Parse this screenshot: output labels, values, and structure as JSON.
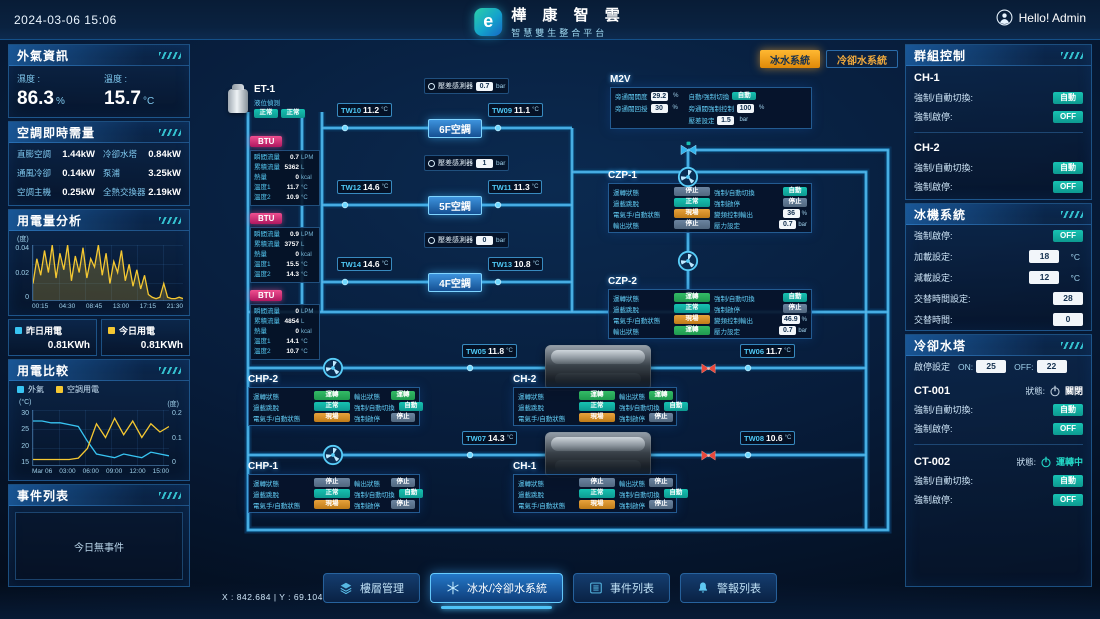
{
  "colors": {
    "accent_cyan": "#3fc1f0",
    "pipe": "#2b9fdc",
    "chip_teal": "#0fb3a4",
    "chip_green": "#2fae5a",
    "chip_gray": "#5b7a99",
    "chip_amber": "#d78a2a",
    "btu_magenta": "#d6347e",
    "line_yellow": "#f5c832",
    "line_cyan": "#38c4f2",
    "toggle_orange": "#f0a21c",
    "bg": "#071c3a"
  },
  "header": {
    "timestamp": "2024-03-06 15:06",
    "logo_letter": "e",
    "brand": "樺 康 智 雲",
    "brand_sub": "智慧雙生整合平台",
    "user": "Hello! Admin"
  },
  "left": {
    "outdoor": {
      "title": "外氣資訊",
      "items": [
        {
          "label": "濕度 :",
          "value": "86.3",
          "unit": "%"
        },
        {
          "label": "溫度 :",
          "value": "15.7",
          "unit": "°C"
        }
      ]
    },
    "demand": {
      "title": "空調即時需量",
      "rows": [
        {
          "label": "直膨空調",
          "value": "1.44kW"
        },
        {
          "label": "冷卻水塔",
          "value": "0.84kW"
        },
        {
          "label": "通風冷卻",
          "value": "0.14kW"
        },
        {
          "label": "泵浦",
          "value": "3.25kW"
        },
        {
          "label": "空調主機",
          "value": "0.25kW"
        },
        {
          "label": "全熱交換器",
          "value": "2.19kW"
        }
      ]
    },
    "analysis": {
      "title": "用電量分析",
      "y_unit": "(度)",
      "y_ticks": [
        "0.04",
        "0.02",
        "0"
      ],
      "x_ticks": [
        "00:15",
        "04:30",
        "08:45",
        "13:00",
        "17:15",
        "21:30"
      ]
    },
    "yesterday": {
      "label": "昨日用電",
      "value": "0.81KWh"
    },
    "today": {
      "label": "今日用電",
      "value": "0.81KWh"
    },
    "compare": {
      "title": "用電比較",
      "legend": [
        "外氣",
        "空調用電"
      ],
      "left_unit": "(°C)",
      "right_unit": "(度)",
      "left_ticks": [
        "30",
        "25",
        "20",
        "15"
      ],
      "right_ticks": [
        "0.2",
        "0.1",
        "0"
      ],
      "x_ticks": [
        "Mar 06",
        "03:00",
        "06:00",
        "09:00",
        "12:00",
        "15:00"
      ]
    },
    "events": {
      "title": "事件列表",
      "empty": "今日無事件"
    }
  },
  "chart_data": [
    {
      "type": "area",
      "title": "用電量分析",
      "ylabel": "度",
      "ylim": [
        0,
        0.04
      ],
      "x_ticks": [
        "00:15",
        "04:30",
        "08:45",
        "13:00",
        "17:15",
        "21:30"
      ],
      "values": [
        0.012,
        0.03,
        0.018,
        0.036,
        0.02,
        0.04,
        0.016,
        0.034,
        0.022,
        0.04,
        0.014,
        0.032,
        0.02,
        0.038,
        0.016,
        0.03,
        0.024,
        0.04,
        0.018,
        0.034,
        0.012,
        0.028,
        0.02,
        0.036,
        0.014,
        0.026,
        0.01,
        0.022,
        0.008,
        0.018,
        0.004,
        0.002,
        0.001,
        0.002,
        0.012,
        0.002,
        0.001,
        0.001,
        0.002,
        0.001
      ]
    },
    {
      "type": "line",
      "title": "用電比較",
      "x_ticks": [
        "Mar 06",
        "03:00",
        "06:00",
        "09:00",
        "12:00",
        "15:00"
      ],
      "series": [
        {
          "name": "外氣",
          "axis": "left",
          "ylim": [
            15,
            30
          ],
          "values": [
            27,
            27,
            26.5,
            26.5,
            26,
            25.5,
            21.5,
            18,
            17.5,
            17,
            18,
            17.5,
            17,
            18.5,
            18,
            17.5
          ]
        },
        {
          "name": "空調用電",
          "axis": "right",
          "ylim": [
            0,
            0.2
          ],
          "values": [
            0.02,
            0.02,
            0.02,
            0.02,
            0.02,
            0.025,
            0.06,
            0.15,
            0.1,
            0.17,
            0.11,
            0.16,
            0.1,
            0.15,
            0.12,
            0.14
          ]
        }
      ]
    }
  ],
  "diagram": {
    "toggle_chilled": "冰水系統",
    "toggle_cooling": "冷卻水系統",
    "et1": {
      "name": "ET-1",
      "sub": "液位偵測",
      "status1": "正常",
      "status2": "正常"
    },
    "pressure": [
      {
        "label": "壓差感測器",
        "value": "0.7",
        "unit": "bar"
      },
      {
        "label": "壓差感測器",
        "value": "1",
        "unit": "bar"
      },
      {
        "label": "壓差感測器",
        "value": "0",
        "unit": "bar"
      }
    ],
    "ahu": [
      "6F空調",
      "5F空調",
      "4F空調"
    ],
    "btu_tag": "BTU",
    "btu": [
      {
        "flow_label": "瞬間流量",
        "flow": "0.7",
        "flow_u": "LPM",
        "total_label": "累積流量",
        "total": "5362",
        "total_u": "L",
        "heat_label": "熱量",
        "heat": "0",
        "heat_u": "kcal",
        "t1_label": "溫度1",
        "t1": "11.7",
        "t1_u": "°C",
        "t2_label": "溫度2",
        "t2": "10.9",
        "t2_u": "°C"
      },
      {
        "flow_label": "瞬間流量",
        "flow": "0.9",
        "flow_u": "LPM",
        "total_label": "累積流量",
        "total": "3757",
        "total_u": "L",
        "heat_label": "熱量",
        "heat": "0",
        "heat_u": "kcal",
        "t1_label": "溫度1",
        "t1": "15.5",
        "t1_u": "°C",
        "t2_label": "溫度2",
        "t2": "14.3",
        "t2_u": "°C"
      },
      {
        "flow_label": "瞬間流量",
        "flow": "0",
        "flow_u": "LPM",
        "total_label": "累積流量",
        "total": "4854",
        "total_u": "L",
        "heat_label": "熱量",
        "heat": "0",
        "heat_u": "kcal",
        "t1_label": "溫度1",
        "t1": "14.1",
        "t1_u": "°C",
        "t2_label": "溫度2",
        "t2": "10.7",
        "t2_u": "°C"
      }
    ],
    "tw": [
      {
        "id": "TW10",
        "v": "11.2",
        "u": "°C"
      },
      {
        "id": "TW09",
        "v": "11.1",
        "u": "°C"
      },
      {
        "id": "TW12",
        "v": "14.6",
        "u": "°C"
      },
      {
        "id": "TW11",
        "v": "11.3",
        "u": "°C"
      },
      {
        "id": "TW14",
        "v": "14.6",
        "u": "°C"
      },
      {
        "id": "TW13",
        "v": "10.8",
        "u": "°C"
      },
      {
        "id": "TW05",
        "v": "11.8",
        "u": "°C"
      },
      {
        "id": "TW06",
        "v": "11.7",
        "u": "°C"
      },
      {
        "id": "TW07",
        "v": "14.3",
        "u": "°C"
      },
      {
        "id": "TW08",
        "v": "10.6",
        "u": "°C"
      }
    ],
    "m2v": {
      "title": "M2V",
      "open_label": "旁通閥開度",
      "open": "29.2",
      "open_u": "%",
      "fb_label": "旁通閥回授",
      "fb": "30",
      "fb_u": "%",
      "sw_label": "自動/強制切換",
      "sw": "自動",
      "fo_label": "旁通閥強制控制",
      "fo": "100",
      "fo_u": "%",
      "dp_label": "壓差設定",
      "dp": "1.5",
      "dp_u": "bar"
    },
    "czp1": {
      "title": "CZP-1",
      "r1l_label": "運轉狀態",
      "r1l": "停止",
      "r1r_label": "強制/自動切換",
      "r1r": "自動",
      "r2l_label": "過載跳脫",
      "r2l": "正常",
      "r2r_label": "強制啟停",
      "r2r": "停止",
      "r3l_label": "電氣手/自動狀態",
      "r3l": "現場",
      "r3r_label": "變頻控制輸出",
      "r3r": "36",
      "r3r_u": "%",
      "r4l_label": "輸出狀態",
      "r4l": "停止",
      "r4r_label": "壓力設定",
      "r4r": "0.7",
      "r4r_u": "bar"
    },
    "czp2": {
      "title": "CZP-2",
      "r1l_label": "運轉狀態",
      "r1l": "運轉",
      "r1r_label": "強制/自動切換",
      "r1r": "自動",
      "r2l_label": "過載跳脫",
      "r2l": "正常",
      "r2r_label": "強制啟停",
      "r2r": "停止",
      "r3l_label": "電氣手/自動狀態",
      "r3l": "現場",
      "r3r_label": "變頻控制輸出",
      "r3r": "46.9",
      "r3r_u": "%",
      "r4l_label": "輸出狀態",
      "r4l": "運轉",
      "r4r_label": "壓力設定",
      "r4r": "0.7",
      "r4r_u": "bar"
    },
    "chp2": {
      "title": "CHP-2",
      "r1l_label": "運轉狀態",
      "r1l": "運轉",
      "r1r_label": "輸出狀態",
      "r1r": "運轉",
      "r2l_label": "過載跳脫",
      "r2l": "正常",
      "r2r_label": "強制/自動切換",
      "r2r": "自動",
      "r3l_label": "電氣手/自動狀態",
      "r3l": "現場",
      "r3r_label": "強制啟停",
      "r3r": "停止"
    },
    "chp1": {
      "title": "CHP-1",
      "r1l_label": "運轉狀態",
      "r1l": "停止",
      "r1r_label": "輸出狀態",
      "r1r": "停止",
      "r2l_label": "過載跳脫",
      "r2l": "正常",
      "r2r_label": "強制/自動切換",
      "r2r": "自動",
      "r3l_label": "電氣手/自動狀態",
      "r3l": "現場",
      "r3r_label": "強制啟停",
      "r3r": "停止"
    },
    "ch2": {
      "title": "CH-2",
      "r1l_label": "運轉狀態",
      "r1l": "運轉",
      "r1r_label": "輸出狀態",
      "r1r": "運轉",
      "r2l_label": "過載跳脫",
      "r2l": "正常",
      "r2r_label": "強制/自動切換",
      "r2r": "自動",
      "r3l_label": "電氣手/自動狀態",
      "r3l": "現場",
      "r3r_label": "強制啟停",
      "r3r": "停止"
    },
    "ch1": {
      "title": "CH-1",
      "r1l_label": "運轉狀態",
      "r1l": "停止",
      "r1r_label": "輸出狀態",
      "r1r": "停止",
      "r2l_label": "過載跳脫",
      "r2l": "正常",
      "r2r_label": "強制/自動切換",
      "r2r": "自動",
      "r3l_label": "電氣手/自動狀態",
      "r3l": "現場",
      "r3r_label": "強制啟停",
      "r3r": "停止"
    }
  },
  "right": {
    "group": {
      "title": "群組控制",
      "units": [
        {
          "name": "CH-1",
          "sw_label": "強制/自動切換:",
          "sw": "自動",
          "force_label": "強制啟停:",
          "force": "OFF"
        },
        {
          "name": "CH-2",
          "sw_label": "強制/自動切換:",
          "sw": "自動",
          "force_label": "強制啟停:",
          "force": "OFF"
        }
      ]
    },
    "chiller_sys": {
      "title": "冰機系統",
      "force_label": "強制啟停:",
      "force": "OFF",
      "load_label": "加載設定:",
      "load": "18",
      "load_unit": "°C",
      "unload_label": "減載設定:",
      "unload": "12",
      "unload_unit": "°C",
      "alt_set_label": "交替時間設定:",
      "alt_set": "28",
      "alt_label": "交替時間:",
      "alt": "0"
    },
    "tower": {
      "title": "冷卻水塔",
      "set_label": "啟停設定",
      "on_label": "ON:",
      "on": "25",
      "off_label": "OFF:",
      "off": "22",
      "units": [
        {
          "name": "CT-001",
          "status_label": "狀態:",
          "status": "關閉",
          "sw_label": "強制/自動切換:",
          "sw": "自動",
          "force_label": "強制啟停:",
          "force": "OFF"
        },
        {
          "name": "CT-002",
          "status_label": "狀態:",
          "status": "運轉中",
          "sw_label": "強制/自動切換:",
          "sw": "自動",
          "force_label": "強制啟停:",
          "force": "OFF"
        }
      ]
    }
  },
  "tabs": [
    {
      "label": "樓層管理"
    },
    {
      "label": "冰水/冷卻水系統"
    },
    {
      "label": "事件列表"
    },
    {
      "label": "警報列表"
    }
  ],
  "status_bar": {
    "coords": "X : 842.684    |    Y : 69.104"
  }
}
